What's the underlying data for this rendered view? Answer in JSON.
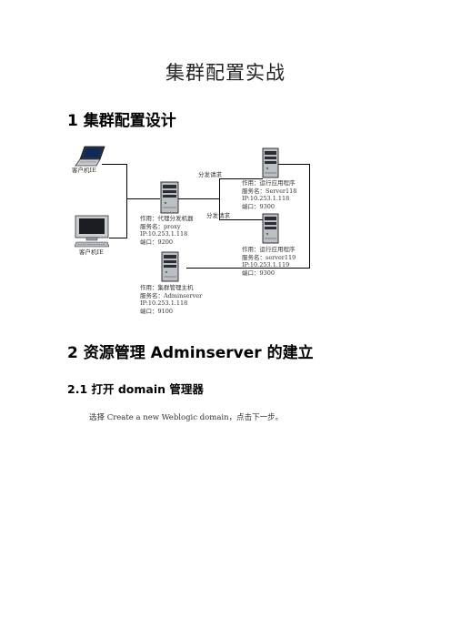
{
  "doc": {
    "title": "集群配置实战",
    "section1": "1 集群配置设计",
    "section2": "2 资源管理 Adminserver 的建立",
    "subsection21": "2.1 打开 domain 管理器",
    "para1": "选择 Create a new Weblogic domain，点击下一步。"
  },
  "diagram": {
    "client_laptop_label": "客户机IE",
    "client_desktop_label": "客户机IE",
    "dispatch_label_1": "分发请求",
    "dispatch_label_2": "分发请求",
    "proxy": {
      "role": "作用：代理分发机器",
      "service": "服务名：proxy",
      "ip": "IP:10.253.1.118",
      "port": "端口：9200"
    },
    "server118": {
      "role": "作用：运行应用程序",
      "service": "服务名：Server118",
      "ip": "IP:10.253.1.118",
      "port": "端口：9300"
    },
    "server119": {
      "role": "作用：运行应用程序",
      "service": "服务名：server119",
      "ip": "IP:10.253.1.119",
      "port": "端口：9300"
    },
    "admin": {
      "role": "作用：集群管理主机",
      "service": "服务名：Adminserver",
      "ip": "IP:10.253.1.118",
      "port": "端口：9100"
    }
  }
}
